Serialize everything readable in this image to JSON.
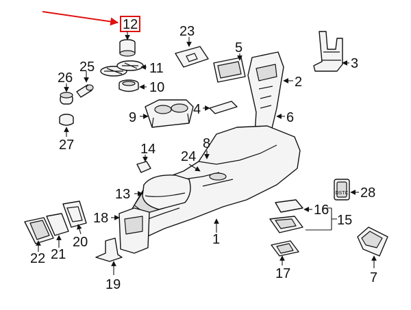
{
  "diagram": {
    "accent_color": "#e01010",
    "highlighted_callout": "12",
    "callouts": [
      "12",
      "23",
      "5",
      "3",
      "26",
      "25",
      "11",
      "10",
      "2",
      "4",
      "6",
      "9",
      "27",
      "14",
      "24",
      "8",
      "13",
      "28",
      "18",
      "16",
      "15",
      "22",
      "21",
      "20",
      "1",
      "19",
      "17",
      "7"
    ],
    "switch_label": "DSTC"
  }
}
